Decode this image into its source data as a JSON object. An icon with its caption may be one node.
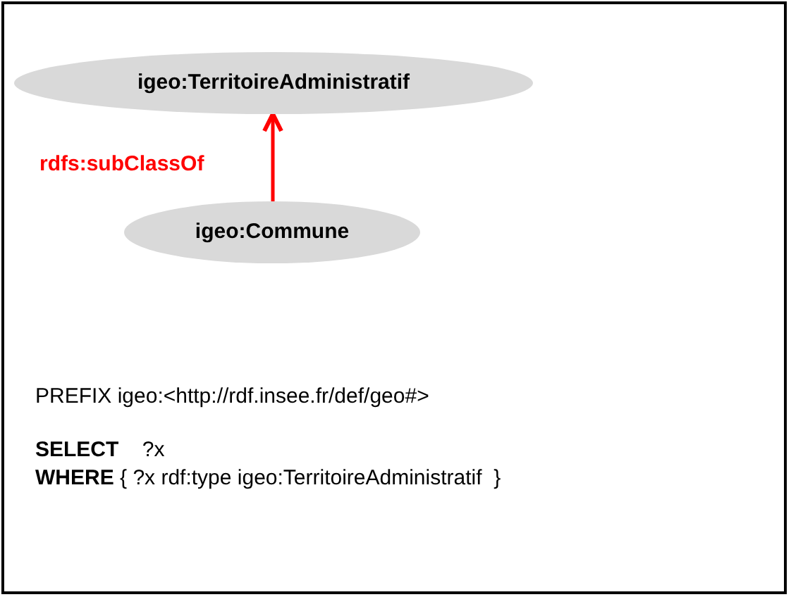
{
  "diagram": {
    "nodes": [
      {
        "text": [
          "igeo:TerritoireAdministratif"
        ]
      },
      {
        "text": [
          "igeo:Commune"
        ]
      }
    ],
    "edges": [
      {
        "from": 1,
        "to": 0,
        "arrow": "to",
        "label": "rdfs:subClassOf",
        "color": "#ff0000"
      }
    ],
    "labels": [
      "PREFIX igeo:<http://rdf.insee.fr/def/geo#>",
      "**SELECT**    ?x",
      "**WHERE** { ?x rdf:type igeo:TerritoireAdministratif  }"
    ]
  }
}
